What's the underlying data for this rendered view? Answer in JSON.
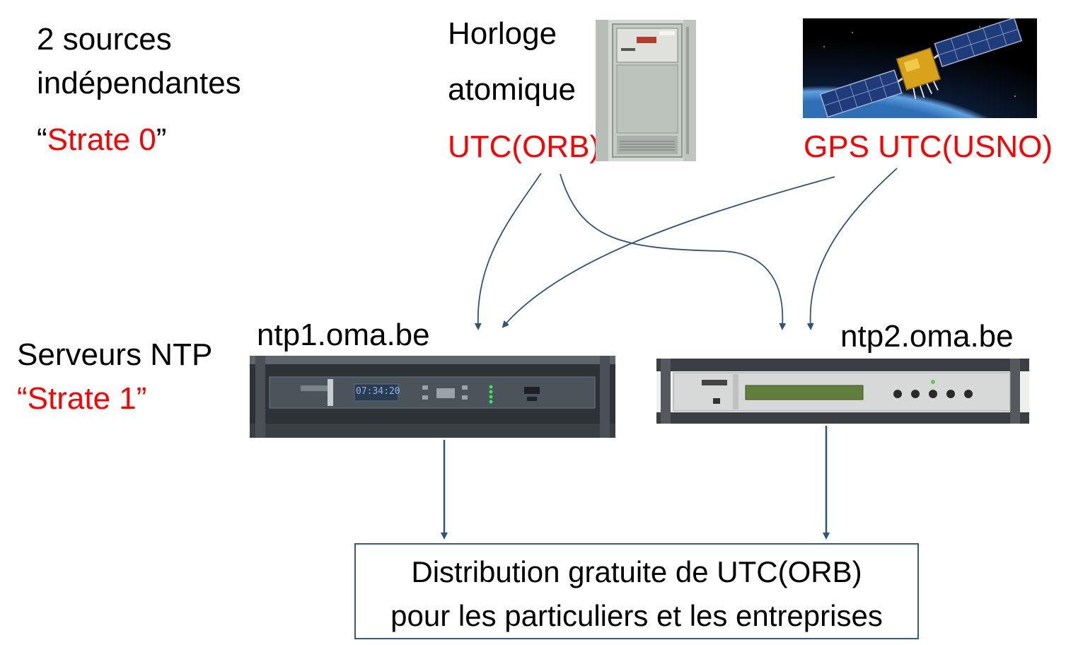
{
  "stratum0": {
    "line1": "2 sources",
    "line2": "indépendantes",
    "quote_open": "“",
    "label": "Strate 0",
    "quote_close": "”"
  },
  "atomic": {
    "line1": "Horloge",
    "line2": "atomique",
    "source": "UTC(ORB)"
  },
  "gps": {
    "source": "GPS UTC(USNO)"
  },
  "stratum1": {
    "title": "Serveurs NTP",
    "label": "“Strate 1”"
  },
  "servers": {
    "ntp1": "ntp1.oma.be",
    "ntp2": "ntp2.oma.be",
    "ntp1_display": "07:34:20"
  },
  "distribution": {
    "line1": "Distribution gratuite de UTC(ORB)",
    "line2": "pour les particuliers et les entreprises"
  },
  "colors": {
    "highlight": "#ff0000",
    "arrow": "#2f5478",
    "box_border": "#355d7e"
  }
}
